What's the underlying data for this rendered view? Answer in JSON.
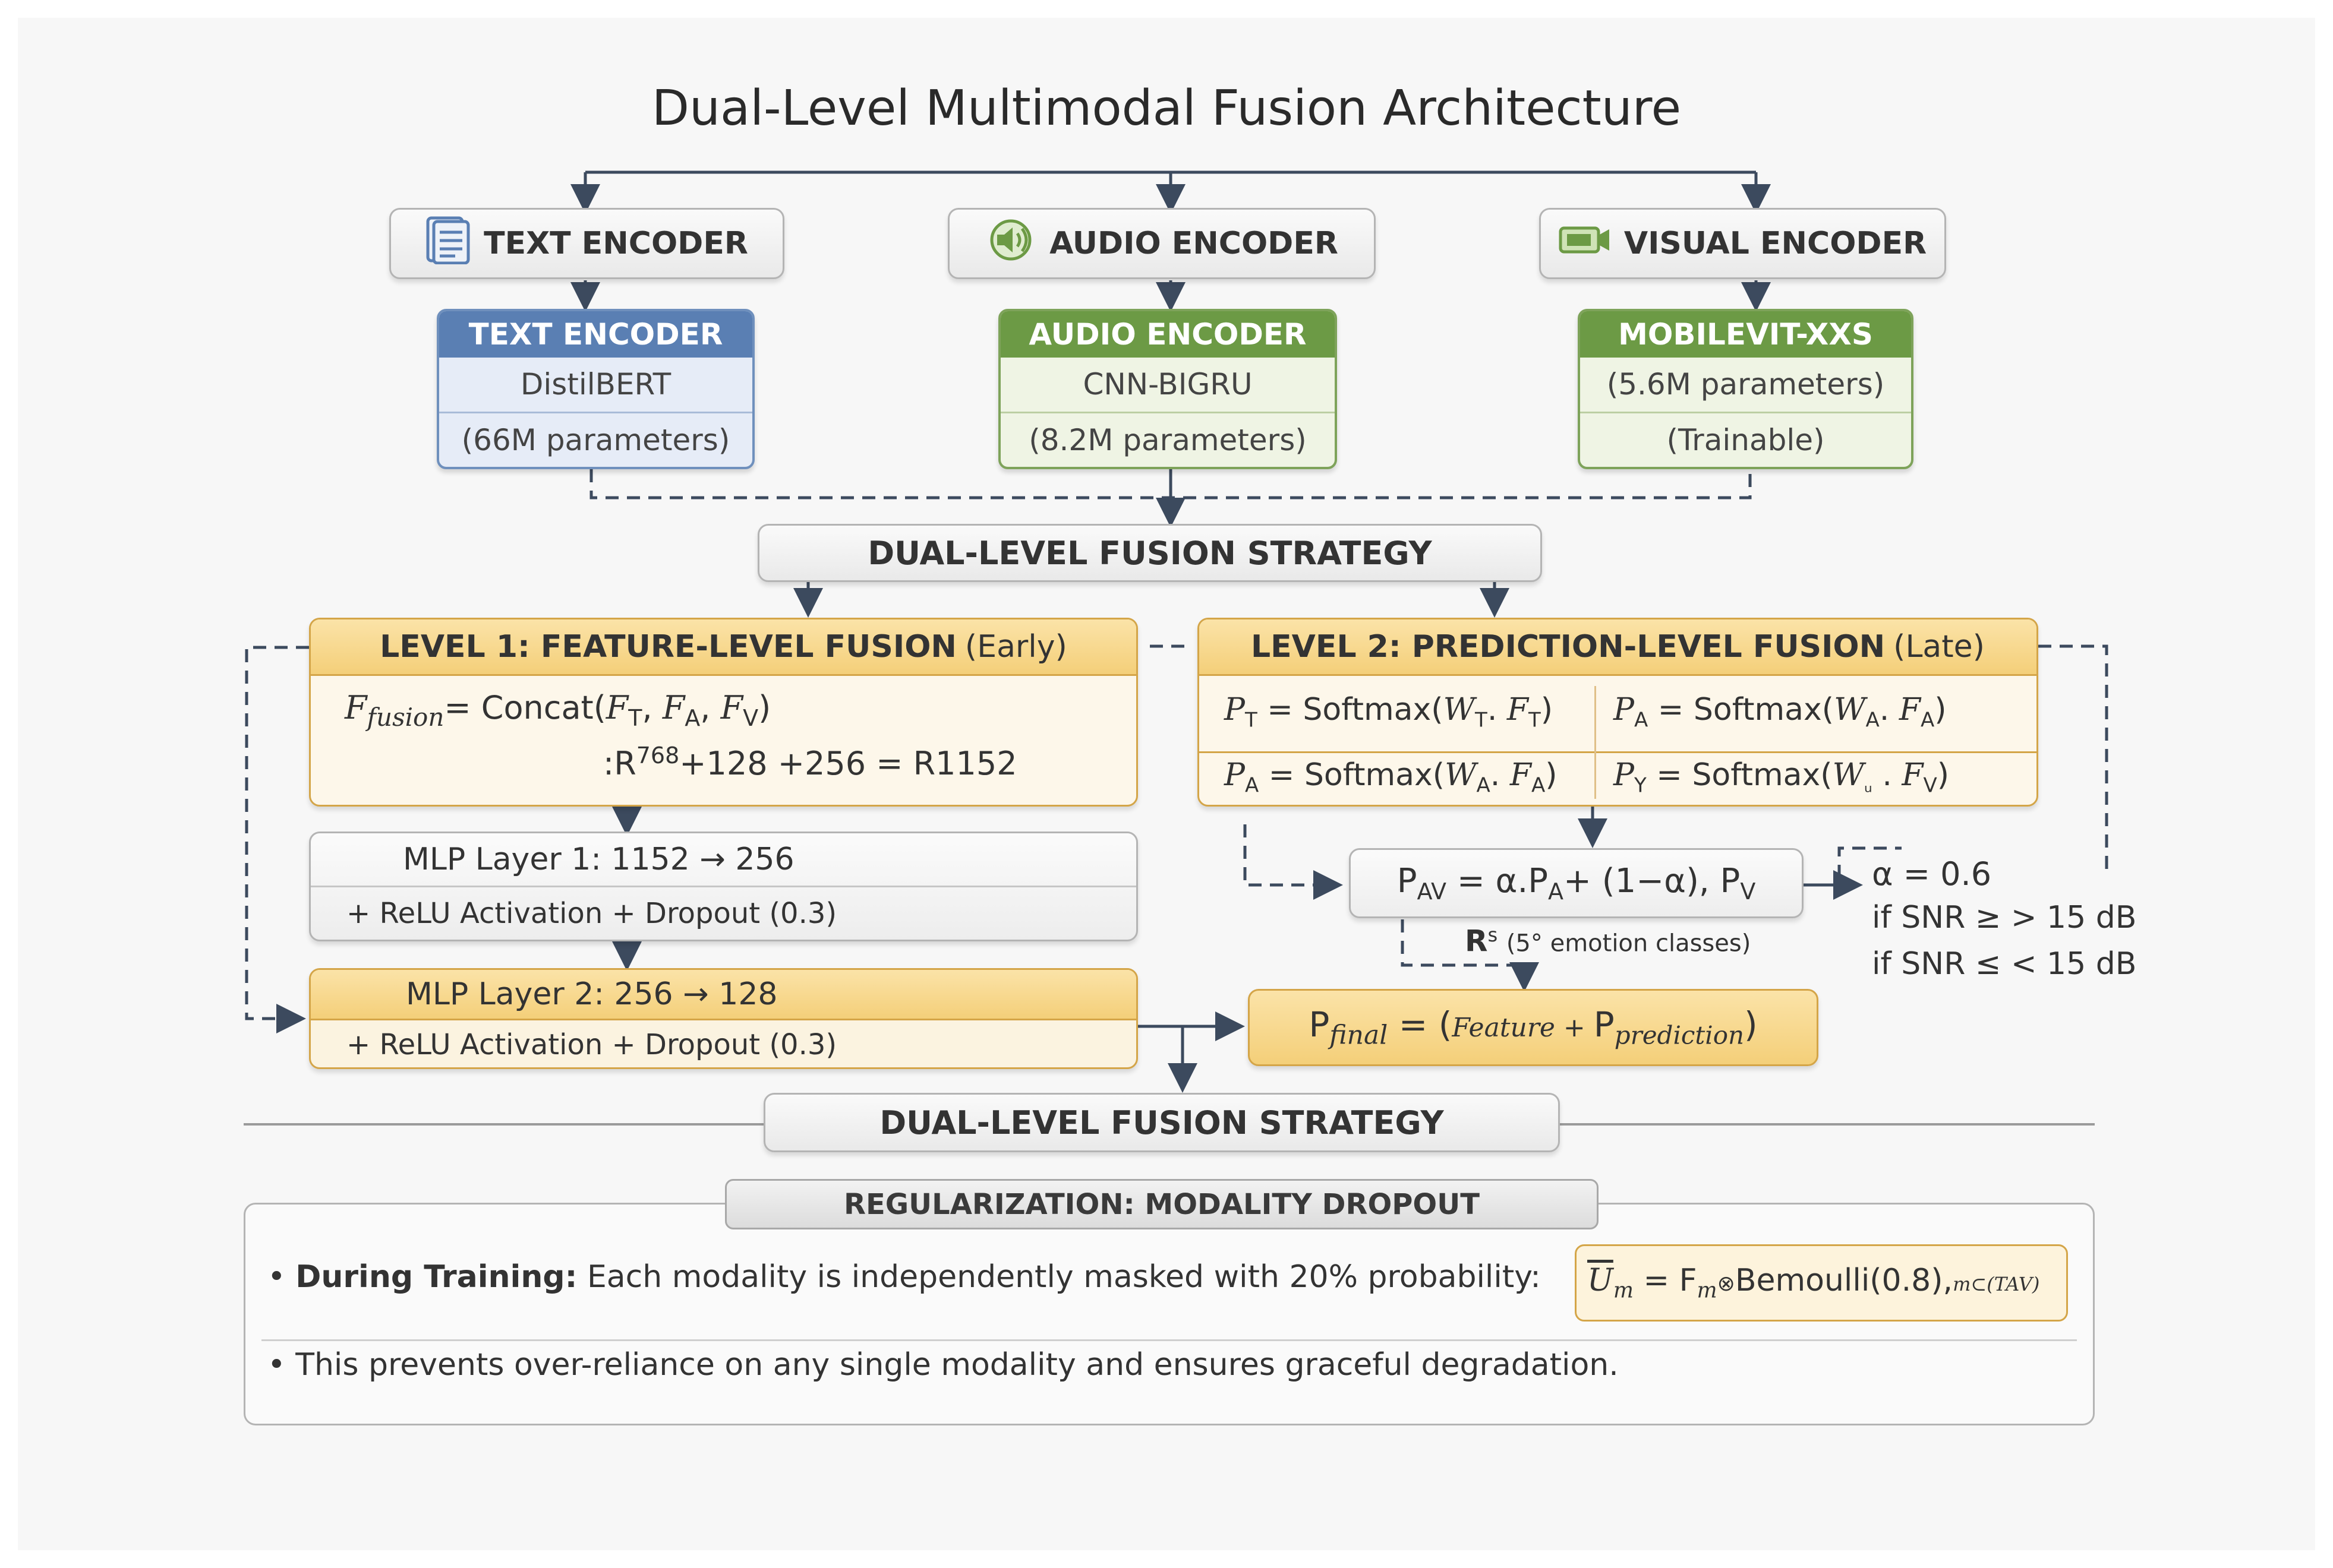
{
  "title": "Dual-Level Multimodal Fusion Architecture",
  "top_row": {
    "text": {
      "label": "TEXT ENCODER",
      "icon": "document-icon"
    },
    "audio": {
      "label": "AUDIO ENCODER",
      "icon": "speaker-icon"
    },
    "visual": {
      "label": "VISUAL ENCODER",
      "icon": "camera-icon"
    }
  },
  "encoders": {
    "text": {
      "header": "TEXT ENCODER",
      "model": "DistilBERT",
      "params": "(66M parameters)",
      "color": "#5a7fb3"
    },
    "audio": {
      "header": "AUDIO ENCODER",
      "model": "CNN-BIGRU",
      "params": "(8.2M parameters)",
      "color": "#6c9a45"
    },
    "visual": {
      "header": "MOBILEVIT-XXS",
      "params": "(5.6M parameters)",
      "note": "(Trainable)",
      "color": "#6c9a45"
    }
  },
  "strategy_top": "DUAL-LEVEL FUSION STRATEGY",
  "level1": {
    "title": "LEVEL 1: FEATURE-LEVEL FUSION",
    "tag": "(Early)",
    "eq1_lhs": "F",
    "eq1_lhs_sub": "fusion",
    "eq1_rhs": "= Concat(",
    "eq1_args": [
      "F",
      "T",
      "F",
      "A",
      "F",
      "V"
    ],
    "eq2_prefix": ":R",
    "eq2_sup": "768",
    "eq2_rest": "+128 +256 = R1152"
  },
  "mlp1": {
    "title": "MLP Layer 1: 1152 → 256",
    "detail": "+ ReLU Activation + Dropout (0.3)"
  },
  "mlp2": {
    "title": "MLP Layer 2: 256 → 128",
    "detail": "+ ReLU Activation + Dropout (0.3)"
  },
  "level2": {
    "title": "LEVEL 2: PREDICTION-LEVEL FUSION",
    "tag": "(Late)",
    "cells": [
      {
        "p": "P",
        "psub": "T",
        "mid": " = Softmax(",
        "w": "W",
        "wsub": "T",
        "dot": ". ",
        "f": "F",
        "fsub": "T",
        "end": ")"
      },
      {
        "p": "P",
        "psub": "A",
        "mid": " = Softmax(",
        "w": "W",
        "wsub": "A",
        "dot": ". ",
        "f": "F",
        "fsub": "A",
        "end": ")"
      },
      {
        "p": "P",
        "psub": "A",
        "mid": " = Softmax(",
        "w": "W",
        "wsub": "A",
        "dot": ". ",
        "f": "F",
        "fsub": "A",
        "end": ")"
      },
      {
        "p": "P",
        "psub": "Y",
        "mid": " = Softmax(",
        "w": "W",
        "wsub": "ᵤ",
        "dot": " . ",
        "f": "F",
        "fsub": "V",
        "end": ")"
      }
    ]
  },
  "pav": {
    "lhs": "P",
    "lhs_sub": "AV",
    "rhs": " = α.P",
    "rhs_sub1": "A",
    "rhs_mid": "+ (1−α), P",
    "rhs_sub2": "V"
  },
  "rs_note": {
    "r": "R",
    "sup": "s",
    "text": "(5° emotion classes)"
  },
  "alpha": {
    "value": "α = 0.6",
    "cond1": "if SNR ≥ > 15 dB",
    "cond2": "if SNR ≤ < 15 dB"
  },
  "pfinal": {
    "p": "P",
    "sub": "final",
    "eq": " = (",
    "f1": "Feature",
    "plus": " + ",
    "p2": "P",
    "p2sub": "prediction",
    "end": ")"
  },
  "strategy_bottom": "DUAL-LEVEL FUSION STRATEGY",
  "regularization": {
    "title": "REGULARIZATION: MODALITY DROPOUT",
    "bullet1_bold": "During Training:",
    "bullet1_text": "Each modality is independently masked with 20% probability:",
    "formula_u": "U",
    "formula_u_sub": "m",
    "formula_eq": " = F",
    "formula_f_sub": "m",
    "formula_op": "⊗",
    "formula_bern": "Bemoulli(0.8),",
    "formula_set": "m⊂(TAV)",
    "bullet2": "This prevents over-reliance on any single modality and ensures graceful degradation."
  }
}
